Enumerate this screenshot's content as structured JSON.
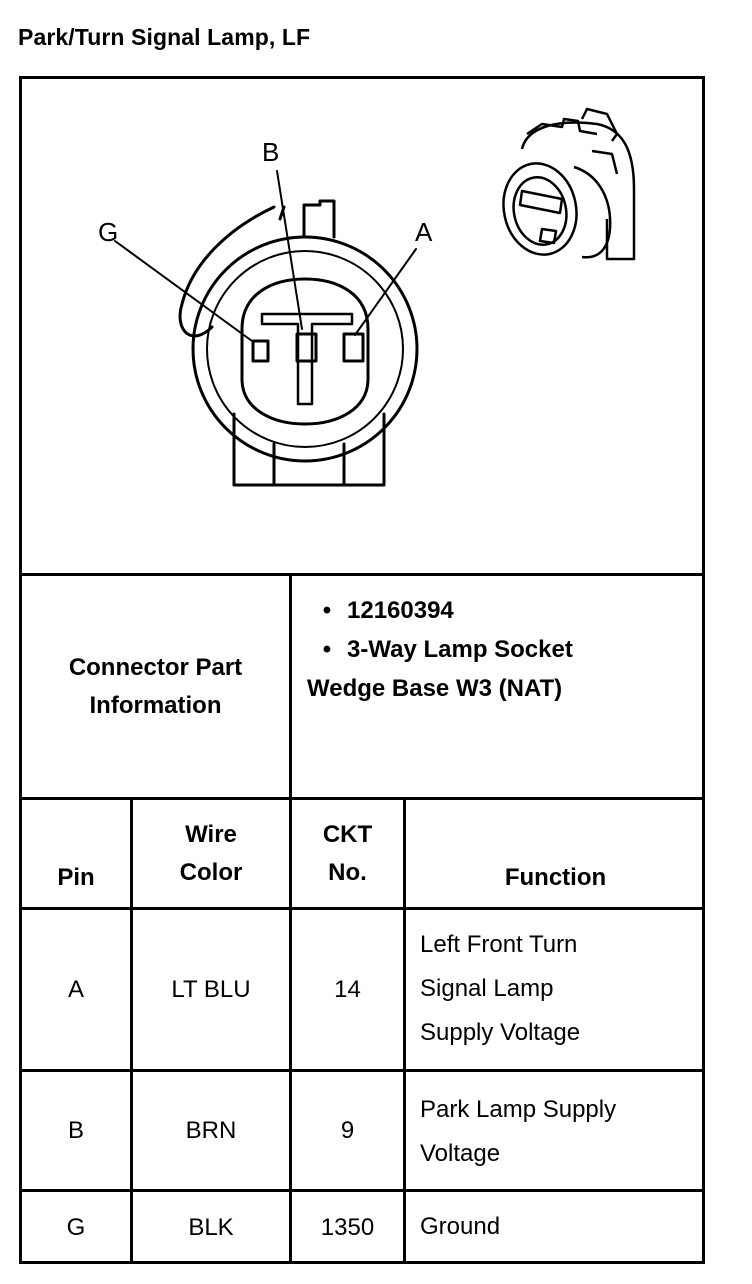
{
  "title": "Park/Turn Signal Lamp, LF",
  "diagram": {
    "pin_labels": [
      "B",
      "G",
      "A"
    ]
  },
  "connector_info": {
    "label_line1": "Connector Part",
    "label_line2": "Information",
    "bullets": [
      "12160394",
      "3-Way Lamp Socket"
    ],
    "extra_line": "Wedge Base W3 (NAT)"
  },
  "table": {
    "headers": {
      "pin": "Pin",
      "wire_color_line1": "Wire",
      "wire_color_line2": "Color",
      "ckt_line1": "CKT",
      "ckt_line2": "No.",
      "function": "Function"
    },
    "rows": [
      {
        "pin": "A",
        "wire_color": "LT BLU",
        "ckt": "14",
        "function_lines": [
          "Left Front Turn",
          "Signal Lamp",
          "Supply Voltage"
        ]
      },
      {
        "pin": "B",
        "wire_color": "BRN",
        "ckt": "9",
        "function_lines": [
          "Park Lamp Supply",
          "Voltage"
        ]
      },
      {
        "pin": "G",
        "wire_color": "BLK",
        "ckt": "1350",
        "function_lines": [
          "Ground"
        ]
      }
    ]
  }
}
